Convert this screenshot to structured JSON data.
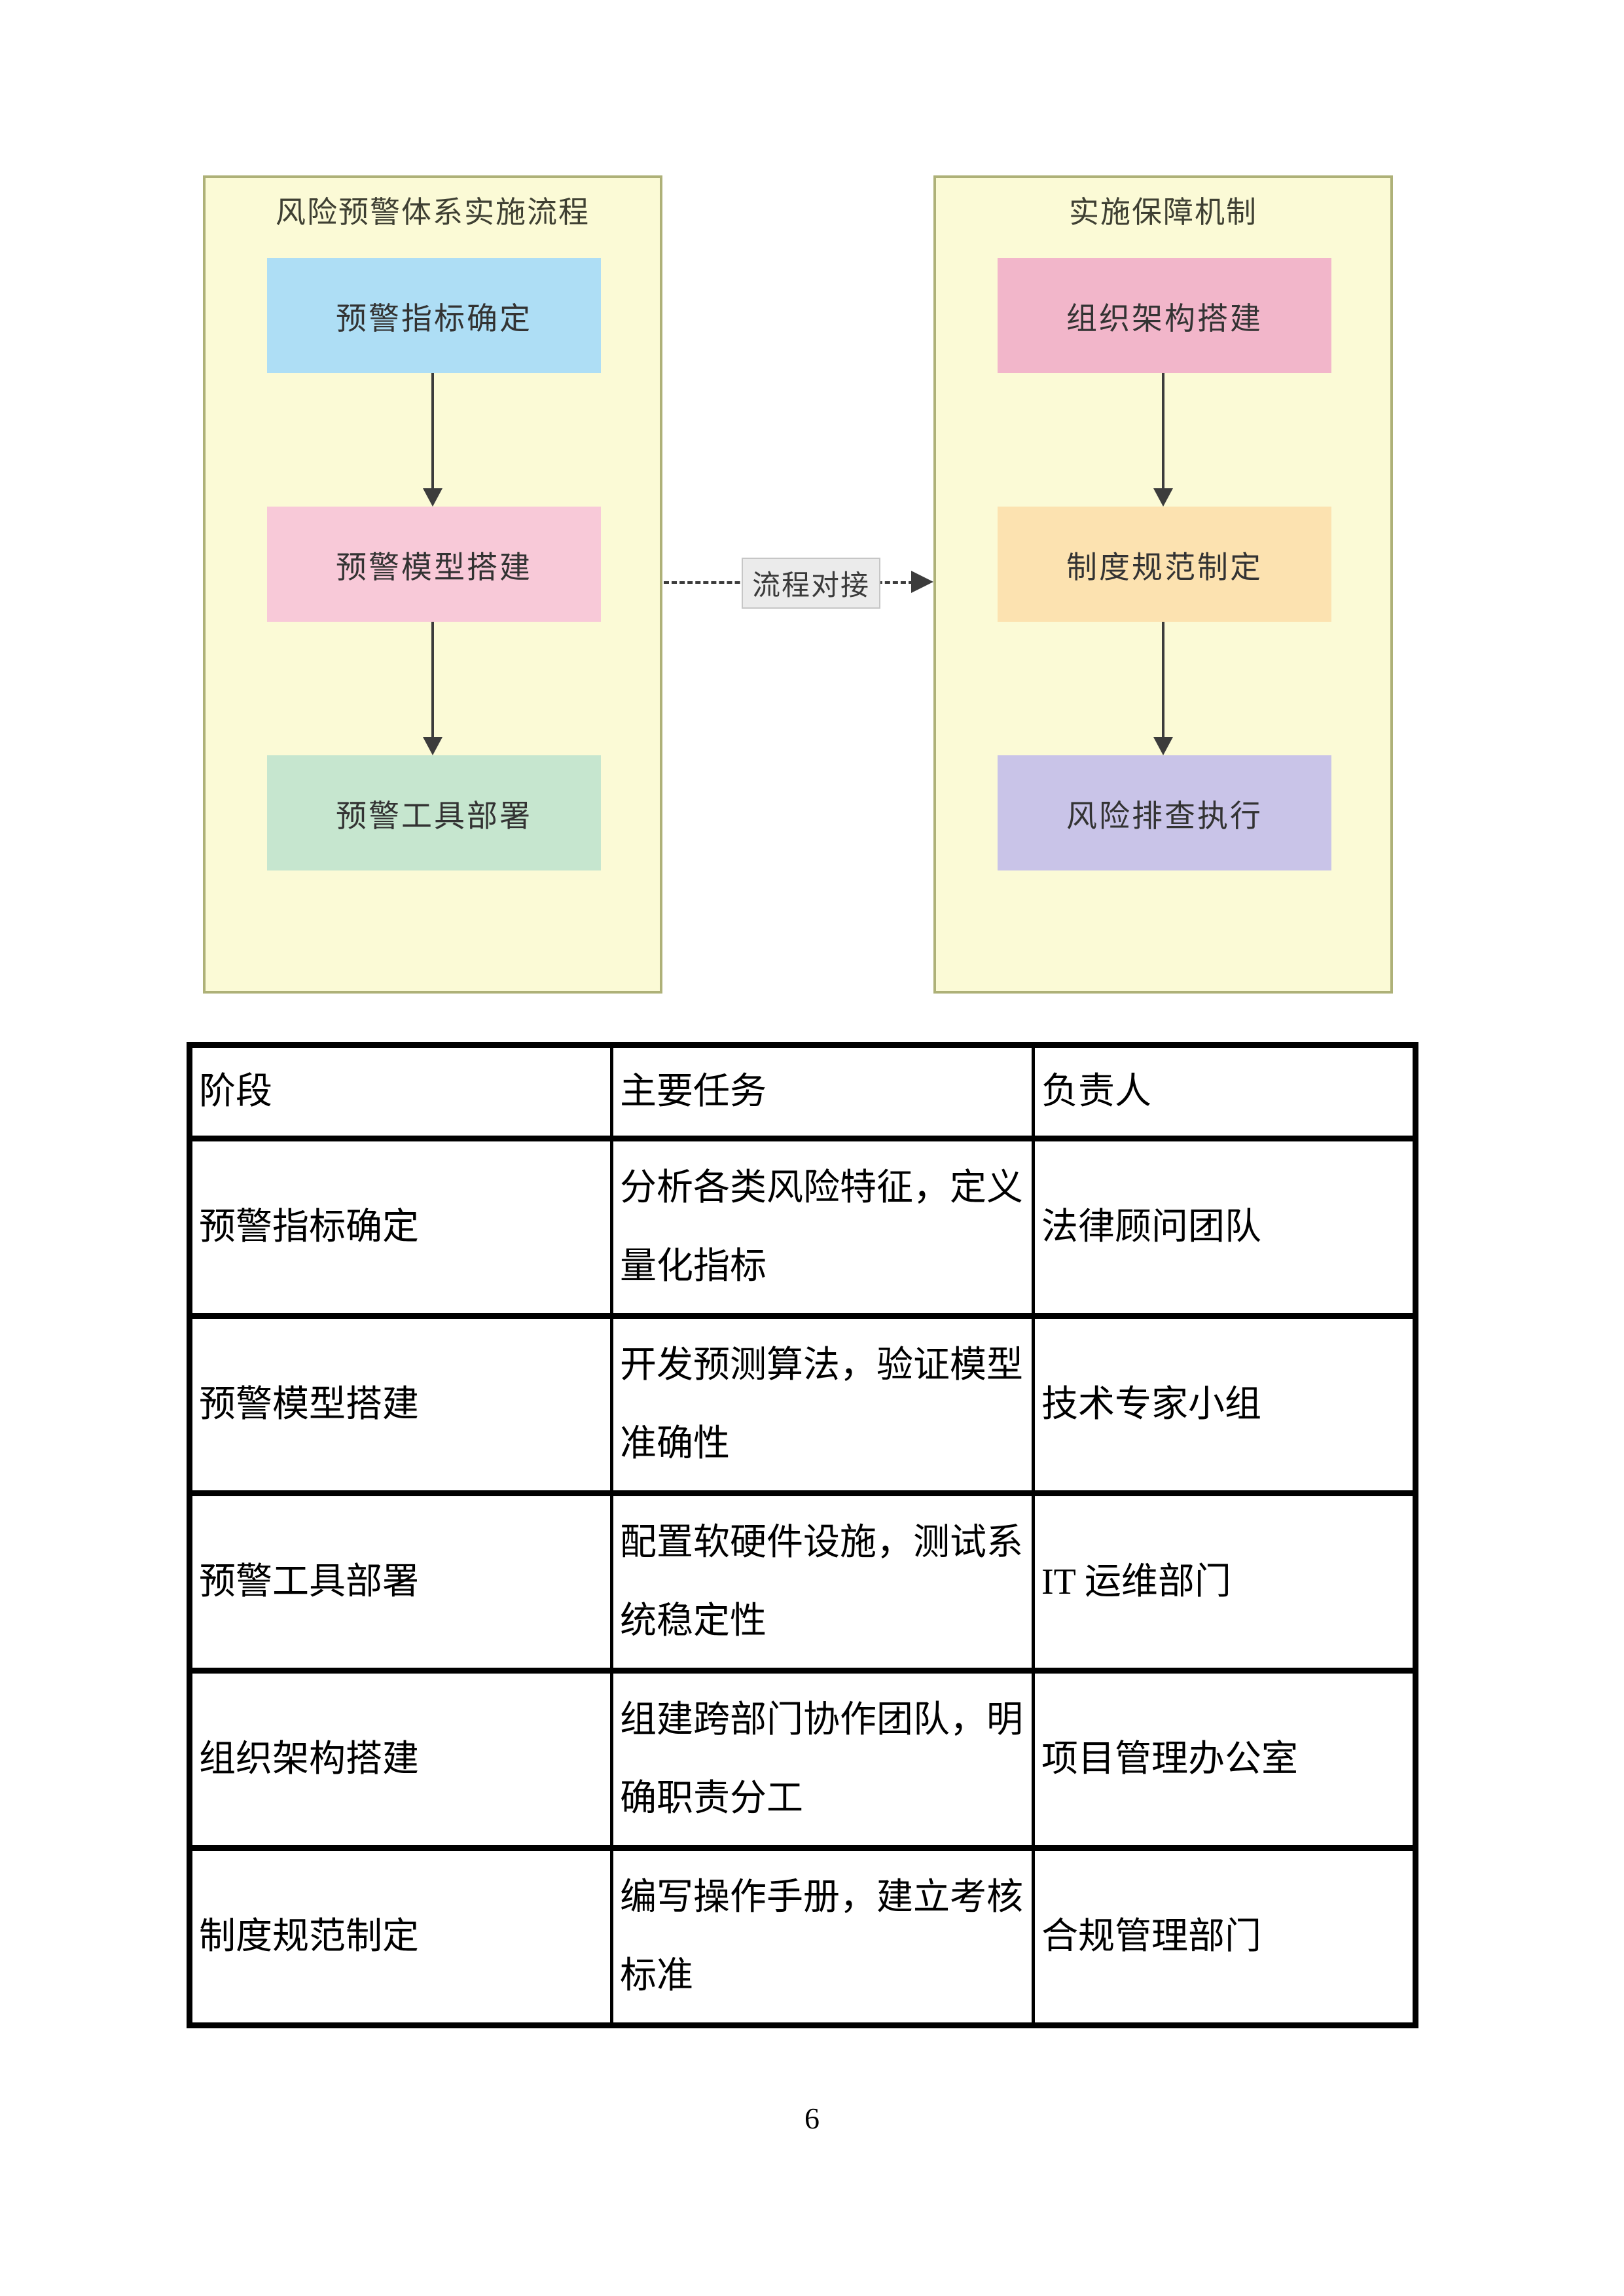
{
  "page": {
    "number": "6"
  },
  "diagram": {
    "left_panel": {
      "title": "风险预警体系实施流程",
      "boxes": [
        {
          "label": "预警指标确定",
          "fill": "#aedef5"
        },
        {
          "label": "预警模型搭建",
          "fill": "#f8c9d8"
        },
        {
          "label": "预警工具部署",
          "fill": "#c6e6cf"
        }
      ]
    },
    "right_panel": {
      "title": "实施保障机制",
      "boxes": [
        {
          "label": "组织架构搭建",
          "fill": "#f2b6ca"
        },
        {
          "label": "制度规范制定",
          "fill": "#fce2b0"
        },
        {
          "label": "风险排查执行",
          "fill": "#c9c4e8"
        }
      ]
    },
    "connector": {
      "label": "流程对接",
      "label_fill": "#ebebeb"
    },
    "colors": {
      "panel_fill": "#fbfad6",
      "panel_border": "#aeb178",
      "arrow": "#3c3c3c"
    }
  },
  "table": {
    "headers": [
      "阶段",
      "主要任务",
      "负责人"
    ],
    "rows": [
      {
        "stage": "预警指标确定",
        "task": "分析各类风险特征，定义量化指标",
        "owner": "法律顾问团队"
      },
      {
        "stage": "预警模型搭建",
        "task": "开发预测算法，验证模型准确性",
        "owner": "技术专家小组"
      },
      {
        "stage": "预警工具部署",
        "task": "配置软硬件设施，测试系统稳定性",
        "owner": "IT 运维部门"
      },
      {
        "stage": "组织架构搭建",
        "task": "组建跨部门协作团队，明确职责分工",
        "owner": "项目管理办公室"
      },
      {
        "stage": "制度规范制定",
        "task": "编写操作手册，建立考核标准",
        "owner": "合规管理部门"
      }
    ]
  }
}
